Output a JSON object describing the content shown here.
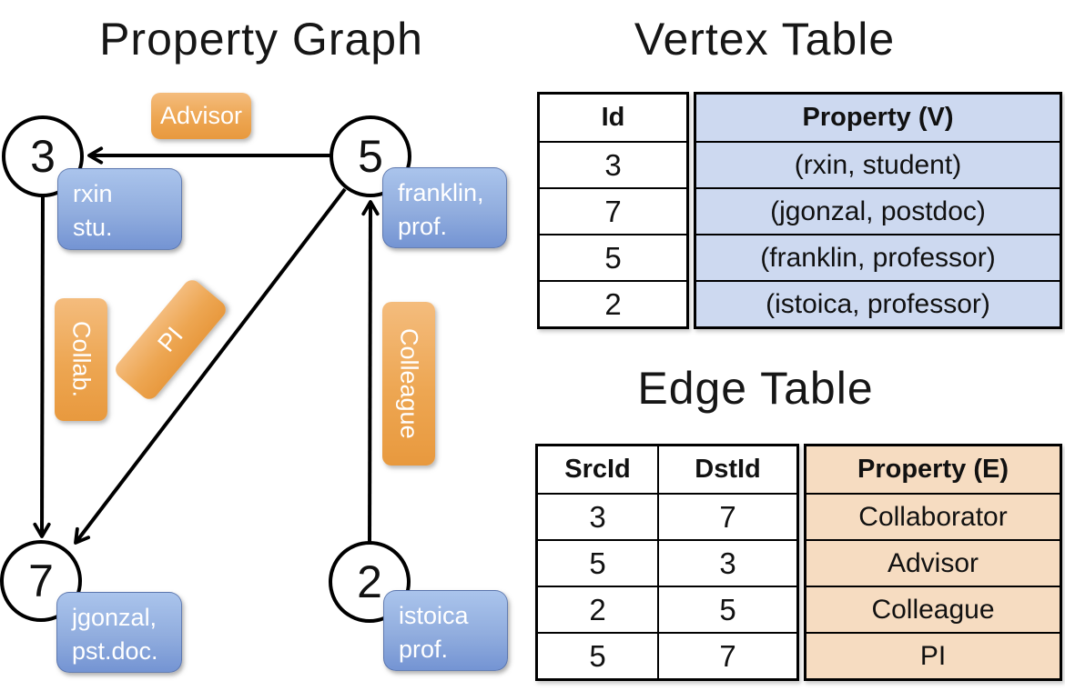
{
  "graph": {
    "title": "Property Graph",
    "nodes": [
      {
        "id": "3",
        "property_line1": "rxin",
        "property_line2": "stu."
      },
      {
        "id": "5",
        "property_line1": "franklin,",
        "property_line2": "prof."
      },
      {
        "id": "7",
        "property_line1": "jgonzal,",
        "property_line2": "pst.doc."
      },
      {
        "id": "2",
        "property_line1": "istoica",
        "property_line2": "prof."
      }
    ],
    "edge_labels": [
      {
        "label": "Advisor"
      },
      {
        "label": "Collab."
      },
      {
        "label": "PI"
      },
      {
        "label": "Colleague"
      }
    ]
  },
  "vertex_table": {
    "title": "Vertex Table",
    "columns": {
      "id": "Id",
      "property": "Property (V)"
    },
    "rows": [
      {
        "id": "3",
        "property": "(rxin, student)"
      },
      {
        "id": "7",
        "property": "(jgonzal, postdoc)"
      },
      {
        "id": "5",
        "property": "(franklin, professor)"
      },
      {
        "id": "2",
        "property": "(istoica, professor)"
      }
    ]
  },
  "edge_table": {
    "title": "Edge Table",
    "columns": {
      "src": "SrcId",
      "dst": "DstId",
      "property": "Property (E)"
    },
    "rows": [
      {
        "src": "3",
        "dst": "7",
        "property": "Collaborator"
      },
      {
        "src": "5",
        "dst": "3",
        "property": "Advisor"
      },
      {
        "src": "2",
        "dst": "5",
        "property": "Colleague"
      },
      {
        "src": "5",
        "dst": "7",
        "property": "PI"
      }
    ]
  },
  "colors": {
    "edge_label_orange": "#eda652",
    "vertex_box_blue": "#7f9fda",
    "vertex_property_fill": "#cdd9f0",
    "edge_property_fill": "#f6dcc1",
    "line_color": "#000000"
  }
}
